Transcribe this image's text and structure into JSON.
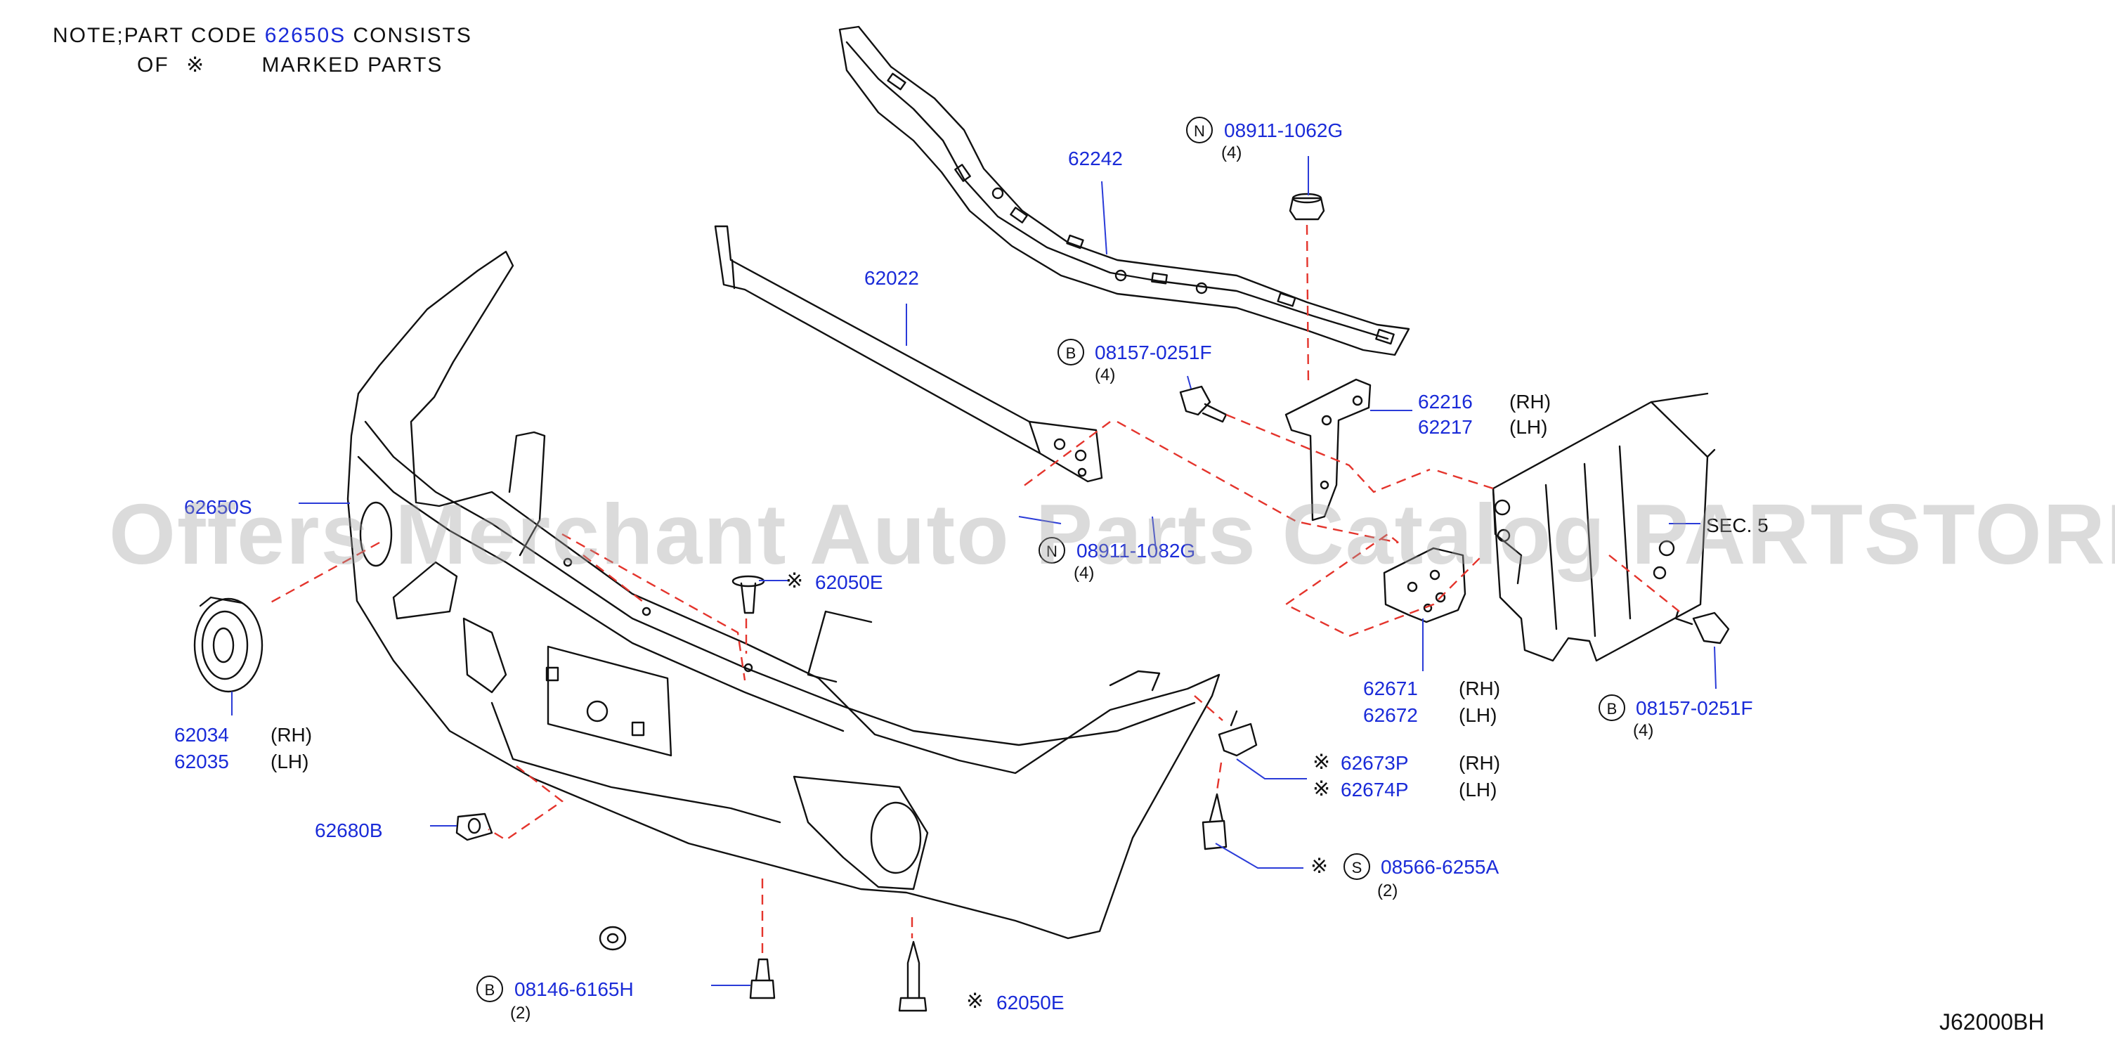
{
  "note": {
    "line1_prefix": "NOTE;PART  CODE",
    "line1_code": "62650S",
    "line1_suffix": "CONSISTS",
    "line2_prefix": "OF",
    "line2_mark": "※",
    "line2_suffix": "MARKED  PARTS"
  },
  "parts": [
    {
      "id": "p62242",
      "code": "62242"
    },
    {
      "id": "p62022",
      "code": "62022"
    },
    {
      "id": "p08911_1062G",
      "prefix": "N",
      "code": "08911-1062G",
      "qty": "(4)"
    },
    {
      "id": "p08157_a",
      "prefix": "B",
      "code": "08157-0251F",
      "qty": "(4)"
    },
    {
      "id": "p62216",
      "code": "62216",
      "side": "(RH)"
    },
    {
      "id": "p62217",
      "code": "62217",
      "side": "(LH)"
    },
    {
      "id": "p62650S",
      "code": "62650S"
    },
    {
      "id": "p08911_b",
      "prefix": "N",
      "code": "08911-1082G",
      "qty": "(4)"
    },
    {
      "id": "p62050E_a",
      "mark": "※",
      "code": "62050E"
    },
    {
      "id": "p62034",
      "code": "62034",
      "side": "(RH)"
    },
    {
      "id": "p62035",
      "code": "62035",
      "side": "(LH)"
    },
    {
      "id": "p62671",
      "code": "62671",
      "side": "(RH)"
    },
    {
      "id": "p62672",
      "code": "62672",
      "side": "(LH)"
    },
    {
      "id": "p08157_b",
      "prefix": "B",
      "code": "08157-0251F",
      "qty": "(4)"
    },
    {
      "id": "p62673P",
      "mark": "※",
      "code": "62673P",
      "side": "(RH)"
    },
    {
      "id": "p62674P",
      "mark": "※",
      "code": "62674P",
      "side": "(LH)"
    },
    {
      "id": "p62680B",
      "code": "62680B"
    },
    {
      "id": "p08566",
      "mark": "※",
      "prefix": "S",
      "code": "08566-6255A",
      "qty": "(2)"
    },
    {
      "id": "p08146",
      "prefix": "B",
      "code": "08146-6165H",
      "qty": "(2)"
    },
    {
      "id": "p62050E_b",
      "mark": "※",
      "code": "62050E"
    }
  ],
  "section_ref": "SEC. 5",
  "figure_code": "J62000BH",
  "watermark": "Offers Merchant Auto Parts Catalog PARTSTORE.SA"
}
